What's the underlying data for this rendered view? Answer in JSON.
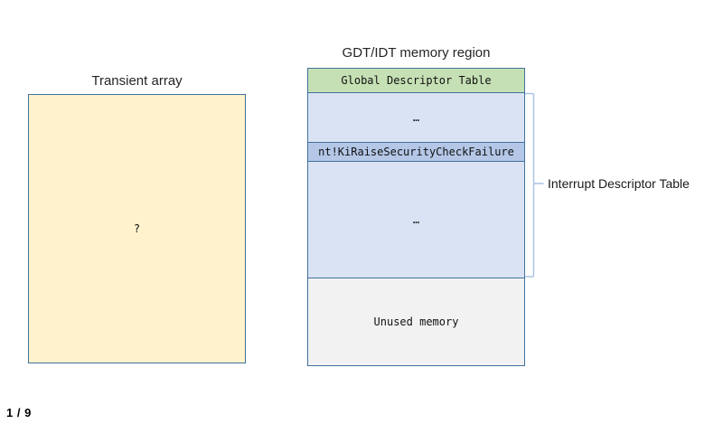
{
  "page": {
    "slide_indicator": "1 / 9"
  },
  "left_diagram": {
    "title": "Transient array",
    "box_label": "?"
  },
  "right_diagram": {
    "title": "GDT/IDT memory region",
    "segments": [
      {
        "name": "global-descriptor-table",
        "label": "Global Descriptor Table",
        "fill": "#C5E0B4"
      },
      {
        "name": "idt-entries-above",
        "label": "…",
        "fill": "#DAE3F3"
      },
      {
        "name": "target-entry",
        "label": "nt!KiRaiseSecurityCheckFailure",
        "fill": "#B4C7E7"
      },
      {
        "name": "idt-entries-below",
        "label": "…",
        "fill": "#DAE3F3"
      },
      {
        "name": "unused-memory",
        "label": "Unused memory",
        "fill": "#F2F2F2"
      }
    ],
    "bracket_label": "Interrupt Descriptor Table"
  },
  "colors": {
    "box_border": "#41719C",
    "transient_fill": "#FFF2CC",
    "gdt_fill": "#C5E0B4",
    "idt_fill": "#DAE3F3",
    "target_fill": "#B4C7E7",
    "unused_fill": "#F2F2F2",
    "bracket": "#A9C4E3",
    "background": "#FFFFFF"
  }
}
